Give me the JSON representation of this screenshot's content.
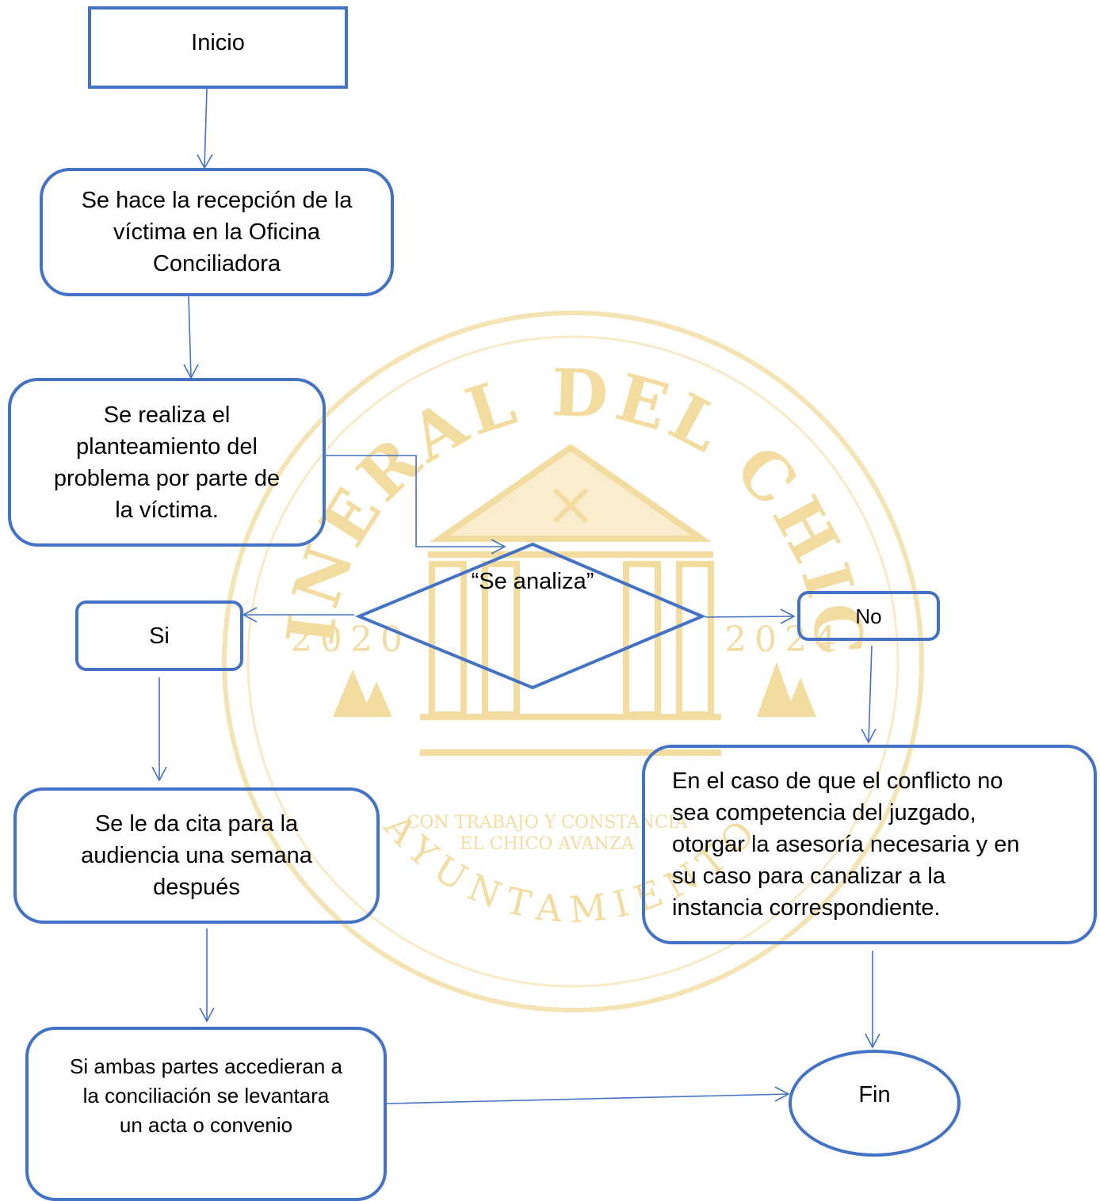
{
  "watermark": {
    "arc_text": "MINERAL DEL CHICO",
    "year_left": "2020",
    "year_right": "2024",
    "bottom_arc_text": "AYUNTAMIENTO",
    "motto_line1": "CON TRABAJO Y CONSTANCIA",
    "motto_line2": "EL CHICO AVANZA",
    "color": "#f1d78f"
  },
  "colors": {
    "node_border": "#4472c4",
    "connector": "#4472c4"
  },
  "nodes": {
    "inicio": "Inicio",
    "recepcion": [
      "Se hace la recepción de la",
      "víctima en la Oficina",
      "Conciliadora"
    ],
    "planteamiento": [
      "Se realiza el",
      "planteamiento del",
      "problema por parte de",
      "la víctima."
    ],
    "decision": "“Se analiza”",
    "si": "Si",
    "no": "No",
    "cita": [
      "Se le da cita para la",
      "audiencia una semana",
      "después"
    ],
    "conflicto": [
      "En el caso de que el conflicto no",
      "sea competencia del juzgado,",
      "otorgar la asesoría necesaria y en",
      "su caso para canalizar a la",
      "instancia correspondiente."
    ],
    "acta": [
      "Si ambas partes accedieran a",
      "la conciliación se levantara",
      "un acta o convenio"
    ],
    "fin": "Fin"
  }
}
